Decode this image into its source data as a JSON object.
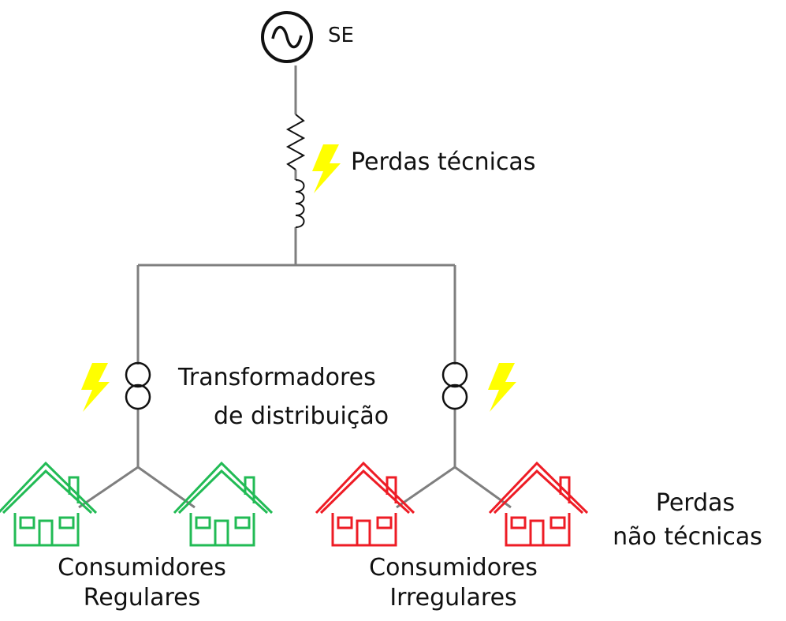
{
  "labels": {
    "substation": "SE",
    "technical_losses": "Perdas técnicas",
    "transformers_line1": "Transformadores",
    "transformers_line2": "de distribuição",
    "regular_line1": "Consumidores",
    "regular_line2": "Regulares",
    "irregular_line1": "Consumidores",
    "irregular_line2": "Irregulares",
    "nontech_line1": "Perdas",
    "nontech_line2": "não técnicas"
  },
  "colors": {
    "wire": "#7f7f7f",
    "lightning": "#ffff00",
    "regular_house": "#22bb55",
    "irregular_house": "#ee1c25",
    "symbol": "#111111"
  },
  "icons": [
    "generator-icon",
    "resistor-icon",
    "inductor-icon",
    "transformer-icon",
    "lightning-icon",
    "house-icon"
  ]
}
